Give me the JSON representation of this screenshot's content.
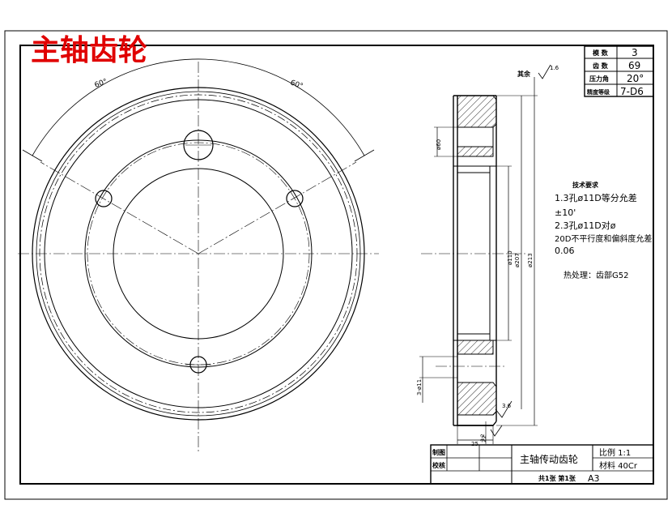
{
  "title_overlay": "主轴齿轮",
  "params": [
    {
      "label": "模 数",
      "value": "3"
    },
    {
      "label": "齿 数",
      "value": "69"
    },
    {
      "label": "压力角",
      "value": "20°"
    },
    {
      "label": "精度等级",
      "value": "7-D6"
    }
  ],
  "angles": {
    "left": "60°",
    "right": "60°"
  },
  "surface_note": {
    "label": "其余",
    "value": "1.6"
  },
  "roughness_small": "3.2",
  "roughness_right": "3.6",
  "dims": {
    "bore_small": "ø60",
    "d1": "ø110",
    "d2": "ø207",
    "d3": "ø213",
    "holes": "3-ø11",
    "width": "25",
    "chamfer": "22"
  },
  "tech": {
    "heading": "技术要求",
    "l1": "1.3孔ø11D等分允差",
    "l2": "±10'",
    "l3": "2.3孔ø11D对ø",
    "l4": "20D不平行度和偏斜度允差",
    "l5": "0.06",
    "heat": "热处理：齿部G52"
  },
  "title_block": {
    "drawn": "制图",
    "checked": "校核",
    "name": "主轴传动齿轮",
    "scale": "比例 1:1",
    "material": "材料 40Cr",
    "sheets": "共1张 第1张",
    "size": "A3"
  }
}
